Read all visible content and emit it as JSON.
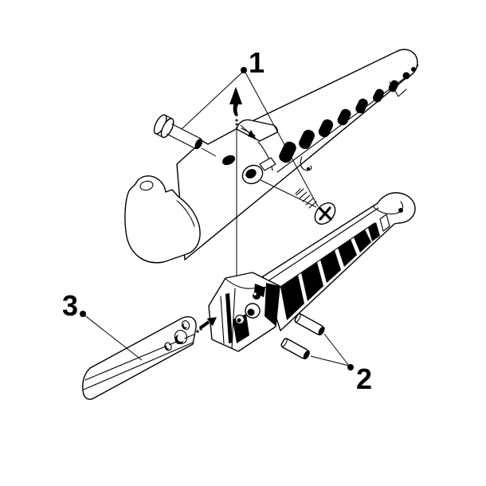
{
  "diagram": {
    "background": "#ffffff",
    "line_color": "#000000",
    "callouts": {
      "one": "1",
      "two": "2",
      "three": "3"
    }
  }
}
